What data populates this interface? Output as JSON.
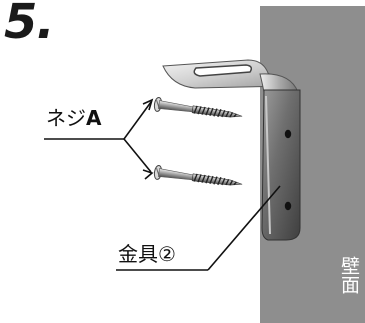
{
  "step": {
    "number": "5."
  },
  "labels": {
    "screw_prefix": "ネジ",
    "screw_suffix": "A",
    "bracket": "金具②",
    "wall": "壁面"
  },
  "colors": {
    "wall": "#8e8e8e",
    "metal_light": "#e6e6e6",
    "metal_mid": "#b8b8b8",
    "metal_dark": "#6a6a6a",
    "line": "#111111"
  },
  "icons": [
    "screw-icon",
    "bracket-icon"
  ]
}
